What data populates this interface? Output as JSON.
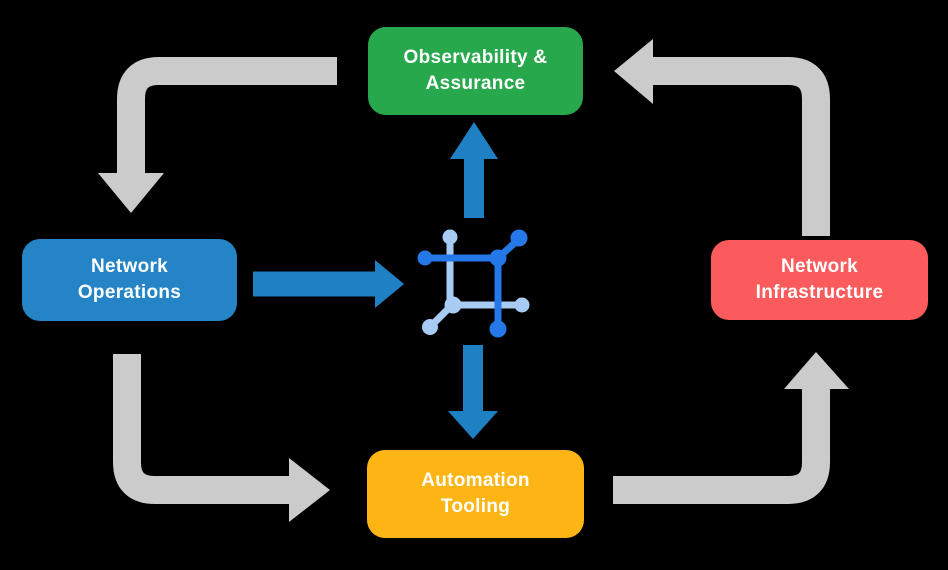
{
  "nodes": {
    "observability": {
      "line1": "Observability &",
      "line2": "Assurance",
      "color": "#27A84D"
    },
    "operations": {
      "line1": "Network",
      "line2": "Operations",
      "color": "#2484C6"
    },
    "infrastructure": {
      "line1": "Network",
      "line2": "Infrastructure",
      "color": "#FB5B5C"
    },
    "automation": {
      "line1": "Automation",
      "line2": "Tooling",
      "color": "#FCB515"
    }
  },
  "colors": {
    "background": "#000000",
    "cycle_arrow": "#CBCBCB",
    "flow_arrow": "#1F81C4",
    "icon_dark_blue": "#2478E8",
    "icon_light_blue": "#A8CBF4",
    "node_text": "#FFFFFF"
  },
  "center_icon": "network-nodes-icon"
}
